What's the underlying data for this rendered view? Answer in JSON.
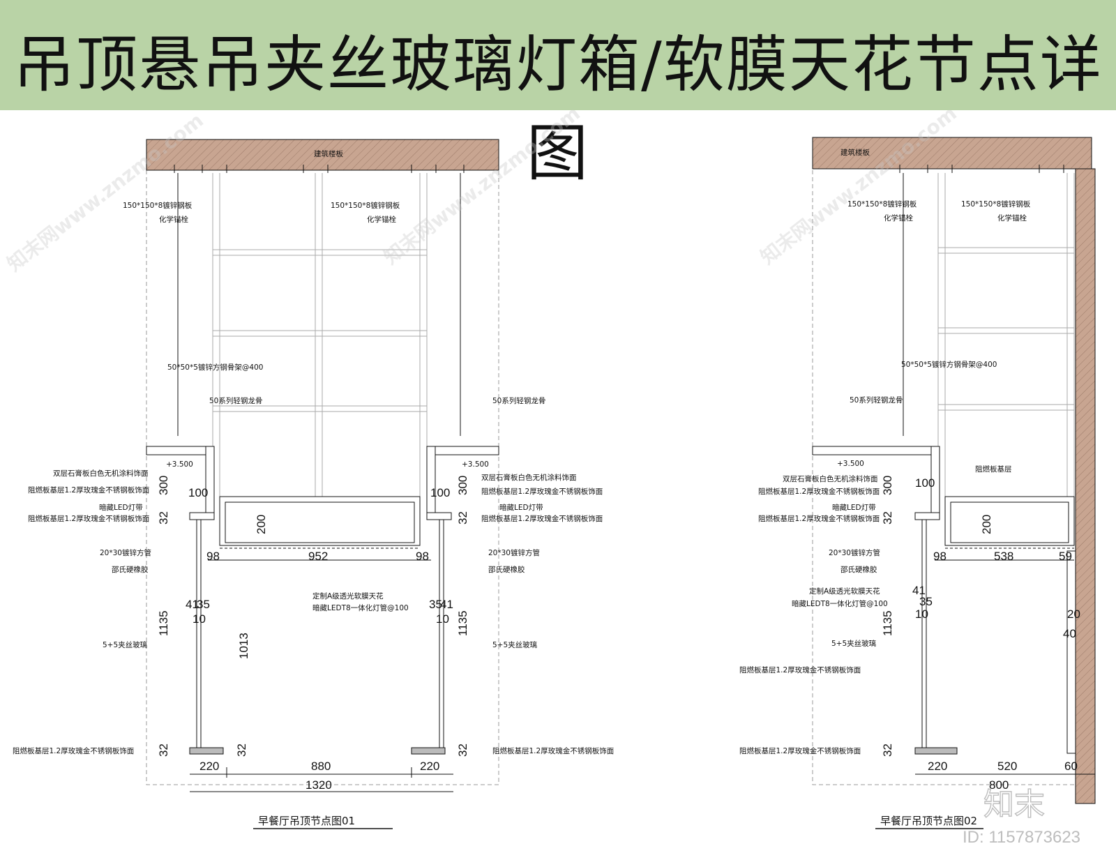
{
  "title": "吊顶悬吊夹丝玻璃灯箱/软膜天花节点详图",
  "diagram1": {
    "caption": "早餐厅吊顶节点图01",
    "slab": "建筑楼板",
    "plate_left": "150*150*8镀锌钢板",
    "anchor_left": "化学锚栓",
    "plate_right": "150*150*8镀锌钢板",
    "anchor_right": "化学锚栓",
    "frame": "50*50*5镀锌方钢骨架@400",
    "keel_left": "50系列轻钢龙骨",
    "keel_right": "50系列轻钢龙骨",
    "elev_left": "+3.500",
    "elev_right": "+3.500",
    "gypsum_left": "双层石膏板白色无机涂料饰面",
    "gypsum_right": "双层石膏板白色无机涂料饰面",
    "board1_left": "阻燃板基层1.2厚玫瑰金不锈钢板饰面",
    "board1_right": "阻燃板基层1.2厚玫瑰金不锈钢板饰面",
    "led_left": "暗藏LED灯带",
    "led_right": "暗藏LED灯带",
    "board2_left": "阻燃板基层1.2厚玫瑰金不锈钢板饰面",
    "board2_right": "阻燃板基层1.2厚玫瑰金不锈钢板饰面",
    "tube_left": "20*30镀锌方管",
    "tube_right": "20*30镀锌方管",
    "rubber_left": "邵氏硬橡胶",
    "rubber_right": "邵氏硬橡胶",
    "film1": "定制A级透光软膜天花",
    "film2": "暗藏LEDT8一体化灯管@100",
    "glass_left": "5+5夹丝玻璃",
    "glass_right": "5+5夹丝玻璃",
    "board3_left": "阻燃板基层1.2厚玫瑰金不锈钢板饰面",
    "board3_right": "阻燃板基层1.2厚玫瑰金不锈钢板饰面",
    "dims": {
      "d300a": "300",
      "d100a": "100",
      "d32a": "32",
      "d200": "200",
      "d98a": "98",
      "d952": "952",
      "d98b": "98",
      "d100b": "100",
      "d300b": "300",
      "d32b": "32",
      "d41a": "41",
      "d35a": "35",
      "d10a": "10",
      "d35b": "35",
      "d41b": "41",
      "d10b": "10",
      "d1135a": "1135",
      "d1013": "1013",
      "d1135b": "1135",
      "d32c": "32",
      "d32d": "32",
      "d32e": "32",
      "d220a": "220",
      "d880": "880",
      "d220b": "220",
      "d1320": "1320"
    }
  },
  "diagram2": {
    "caption": "早餐厅吊顶节点图02",
    "slab": "建筑楼板",
    "plate_left": "150*150*8镀锌钢板",
    "anchor_left": "化学锚栓",
    "plate_right": "150*150*8镀锌钢板",
    "anchor_right": "化学锚栓",
    "frame": "50*50*5镀锌方钢骨架@400",
    "keel": "50系列轻钢龙骨",
    "elev": "+3.500",
    "gypsum": "双层石膏板白色无机涂料饰面",
    "board1": "阻燃板基层1.2厚玫瑰金不锈钢板饰面",
    "fire_base": "阻燃板基层",
    "led": "暗藏LED灯带",
    "board2": "阻燃板基层1.2厚玫瑰金不锈钢板饰面",
    "tube": "20*30镀锌方管",
    "rubber": "邵氏硬橡胶",
    "film1": "定制A级透光软膜天花",
    "film2": "暗藏LEDT8一体化灯管@100",
    "glass": "5+5夹丝玻璃",
    "board3": "阻燃板基层1.2厚玫瑰金不锈钢板饰面",
    "board4": "阻燃板基层1.2厚玫瑰金不锈钢板饰面",
    "dims": {
      "d300": "300",
      "d100": "100",
      "d32a": "32",
      "d200": "200",
      "d98": "98",
      "d538": "538",
      "d59": "59",
      "d41": "41",
      "d35": "35",
      "d10": "10",
      "d20": "20",
      "d40": "40",
      "d1135": "1135",
      "d32b": "32",
      "d220": "220",
      "d520": "520",
      "d60": "60",
      "d800": "800"
    }
  },
  "watermark": "知末网www.znzmo.com",
  "brand": "知末",
  "id_text": "ID: 1157873623",
  "colors": {
    "banner": "#b9d3a6",
    "slab": "#c8a591",
    "line": "#111111"
  }
}
